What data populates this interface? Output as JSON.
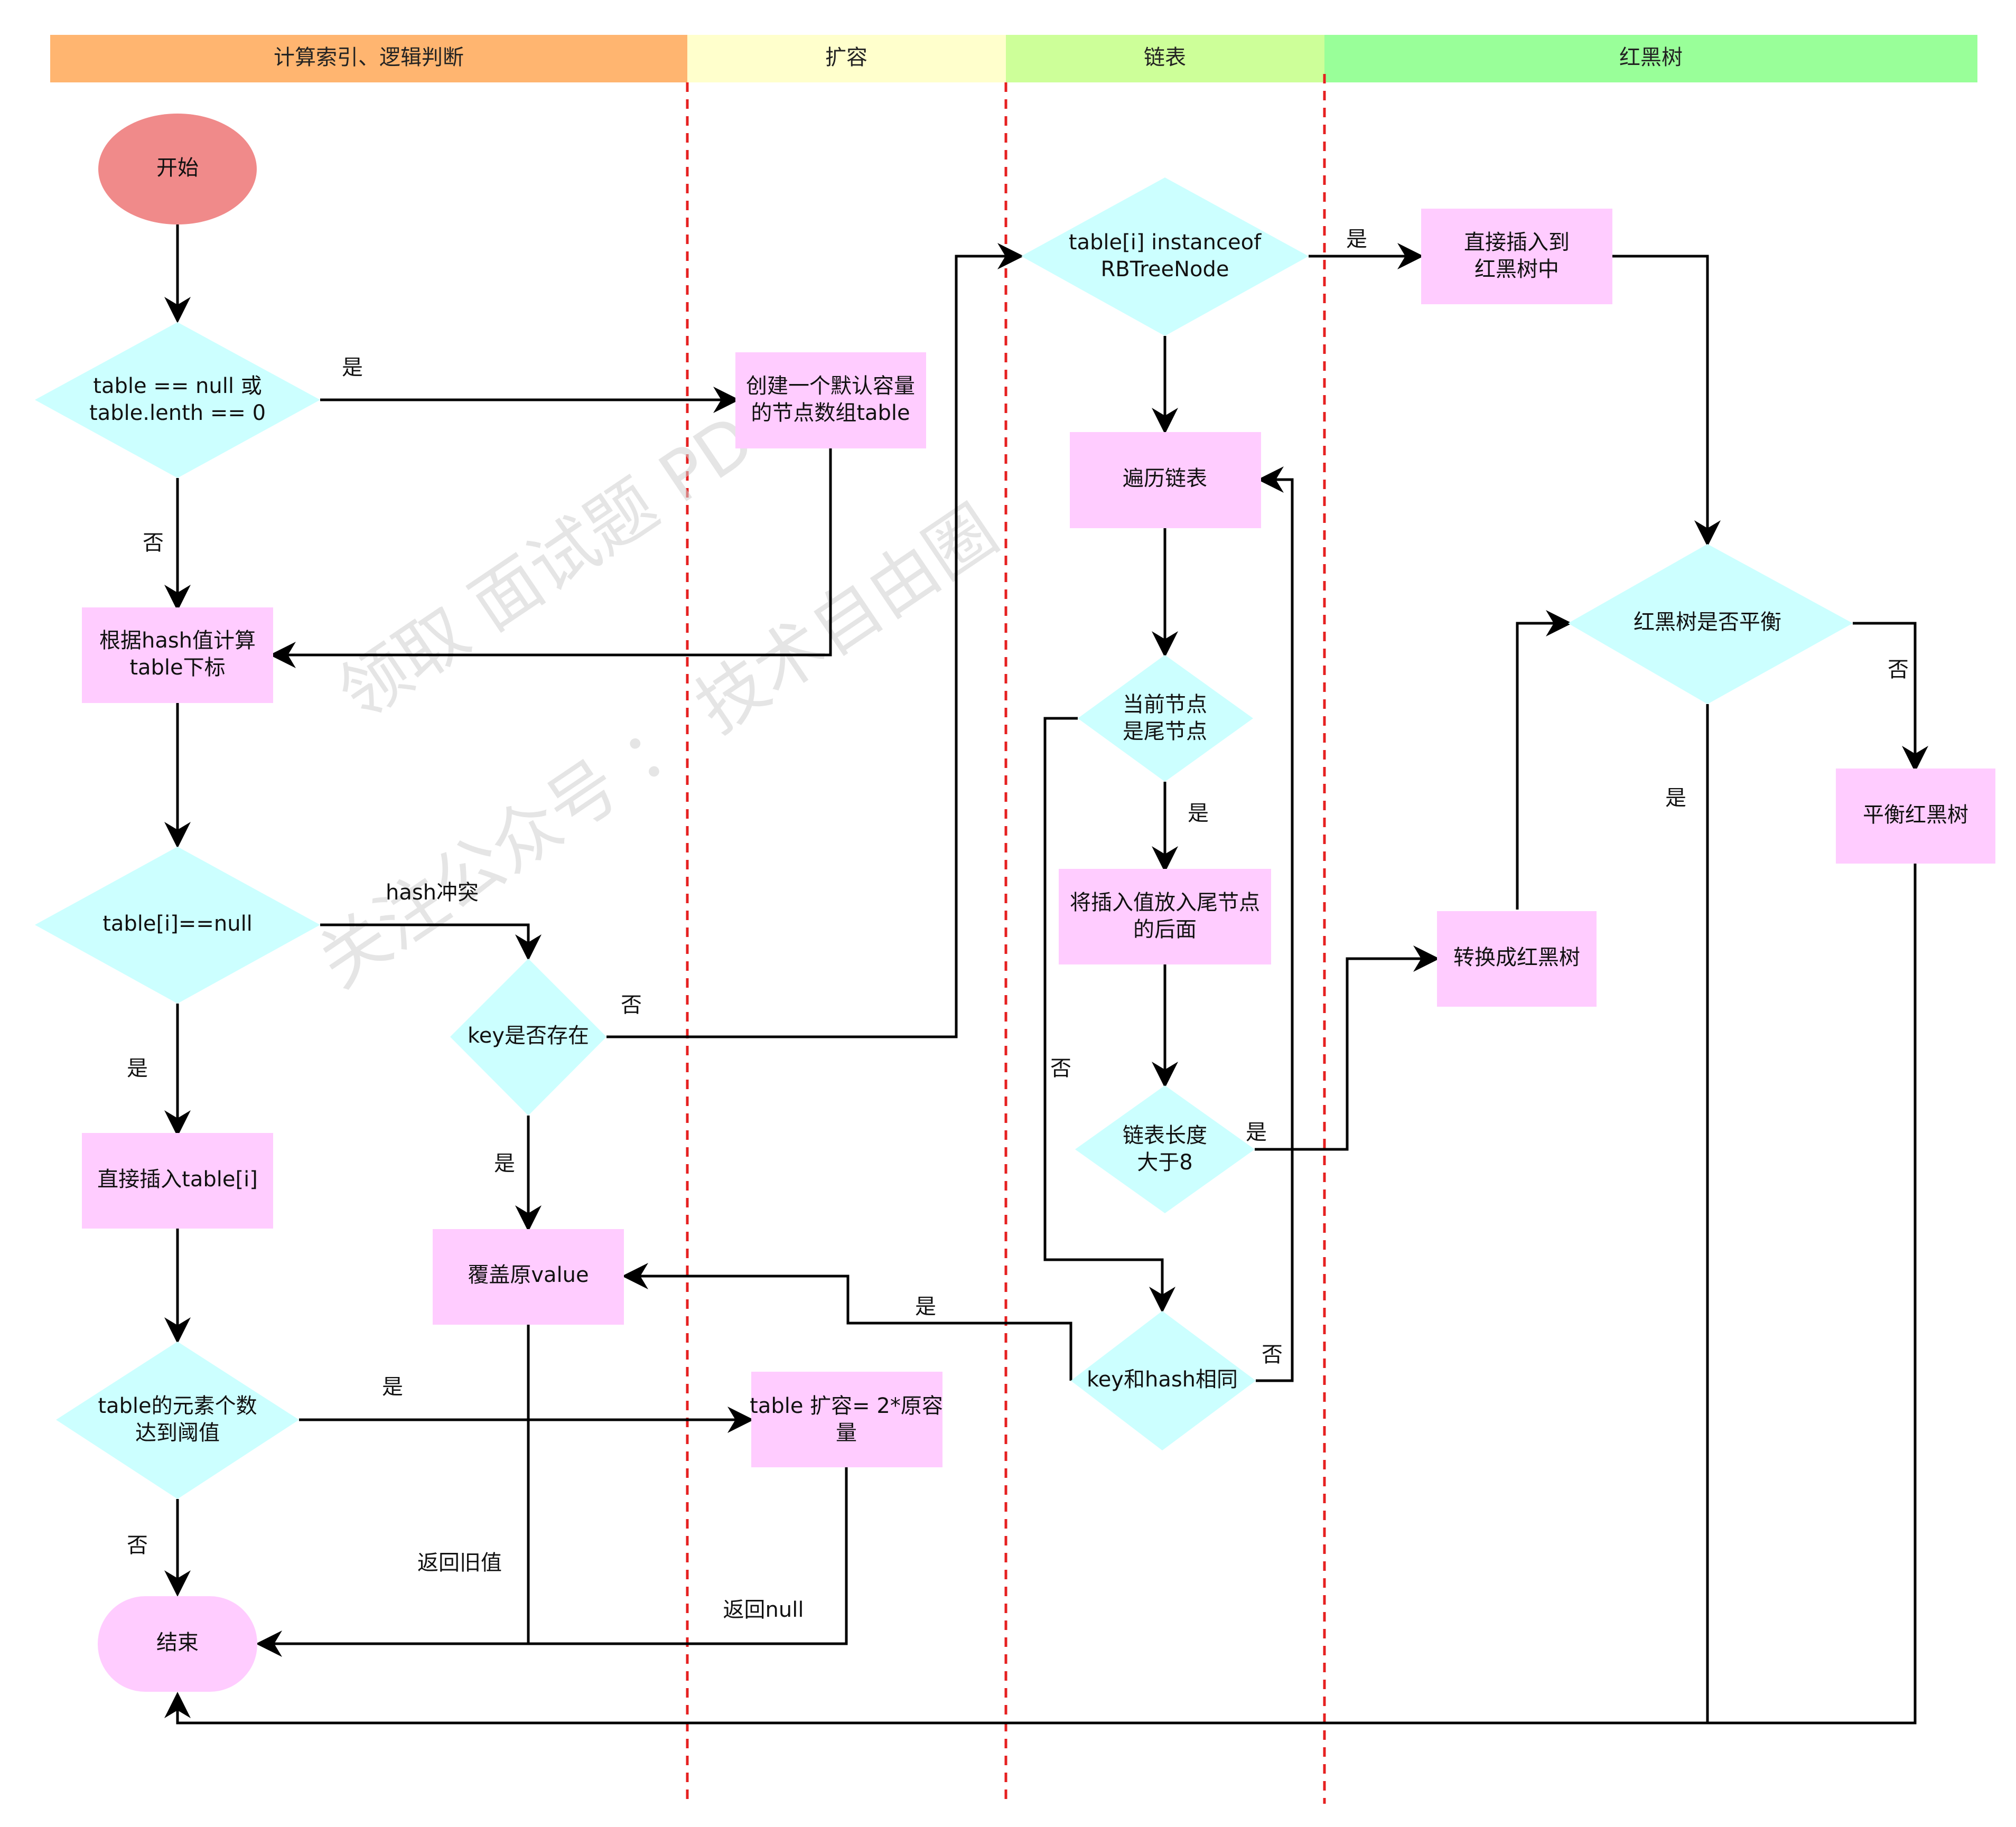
{
  "colors": {
    "lane_1": "#ffb570",
    "lane_2": "#ffffcc",
    "lane_3": "#cdff99",
    "lane_4": "#99ff99",
    "start": "#f08a8a",
    "process": "#ffccff",
    "decision": "#ccffff",
    "divider": "#e62020"
  },
  "lanes": [
    "计算索引、逻辑判断",
    "扩容",
    "链表",
    "红黑树"
  ],
  "watermarks": [
    "领取 面试题 PDF",
    "关注公众号 ： 技术自由圈"
  ],
  "nodes": {
    "start": "开始",
    "table_null_check": [
      "table == null 或",
      "table.lenth == 0"
    ],
    "create_table": [
      "创建一个默认容量",
      "的节点数组table"
    ],
    "compute_index": [
      "根据hash值计算",
      "table下标"
    ],
    "table_i_null": [
      "table[i]==null"
    ],
    "key_exists": [
      "key是否存在"
    ],
    "direct_insert": [
      "直接插入table[i]"
    ],
    "overwrite_value": [
      "覆盖原value"
    ],
    "threshold_check": [
      "table的元素个数",
      "达到阈值"
    ],
    "resize": [
      "table 扩容= 2*原容",
      "量"
    ],
    "end": "结束",
    "is_tree_node": [
      "table[i] instanceof",
      "RBTreeNode"
    ],
    "traverse_list": [
      "遍历链表"
    ],
    "is_tail": [
      "当前节点",
      "是尾节点"
    ],
    "append_after_tail": [
      "将插入值放入尾节点",
      "的后面"
    ],
    "list_length_check": [
      "链表长度",
      "大于8"
    ],
    "key_hash_same": [
      "key和hash相同"
    ],
    "insert_into_tree": [
      "直接插入到",
      "红黑树中"
    ],
    "is_balanced": [
      "红黑树是否平衡"
    ],
    "balance_tree": [
      "平衡红黑树"
    ],
    "convert_to_tree": [
      "转换成红黑树"
    ]
  },
  "edge_labels": {
    "null_yes": "是",
    "null_no": "否",
    "hash_conflict": "hash冲突",
    "table_i_yes": "是",
    "key_no": "否",
    "key_yes": "是",
    "threshold_yes": "是",
    "threshold_no": "否",
    "return_old": "返回旧值",
    "return_null": "返回null",
    "tree_yes": "是",
    "tail_yes": "是",
    "tail_no": "否",
    "length_yes": "是",
    "same_yes": "是",
    "same_no": "否",
    "balanced_no": "否",
    "balanced_yes": "是"
  }
}
